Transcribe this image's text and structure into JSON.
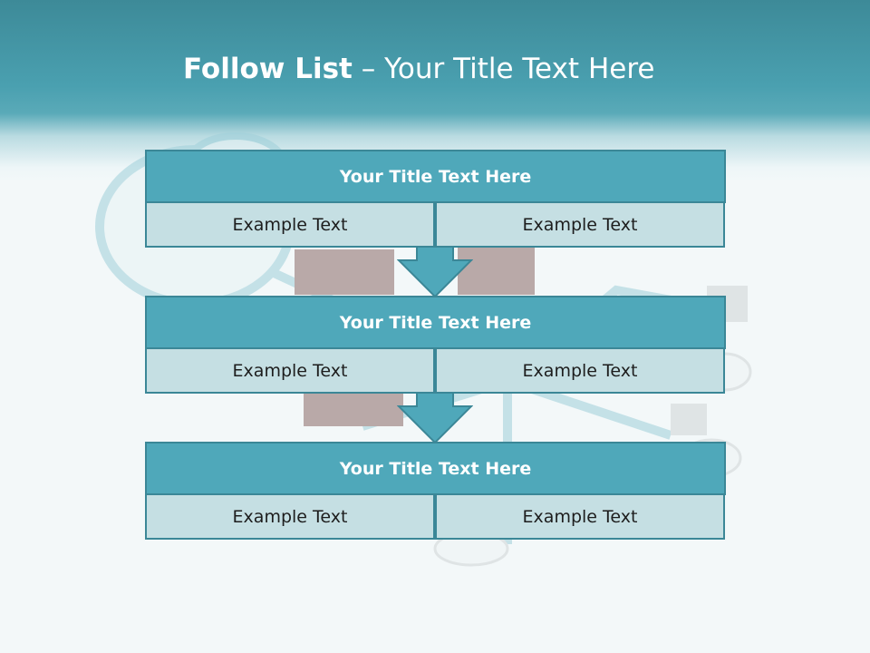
{
  "slide": {
    "title_bold": "Follow List",
    "title_rest": " – Your Title Text Here"
  },
  "blocks": [
    {
      "title": "Your Title Text Here",
      "left_text": "Example Text",
      "right_text": "Example Text"
    },
    {
      "title": "Your Title Text Here",
      "left_text": "Example Text",
      "right_text": "Example Text"
    },
    {
      "title": "Your Title Text Here",
      "left_text": "Example Text",
      "right_text": "Example Text"
    }
  ],
  "colors": {
    "header": "#4aa0b0",
    "block_title": "#4fa8ba",
    "block_cell": "#c5dfe3",
    "border": "#3b8797"
  }
}
